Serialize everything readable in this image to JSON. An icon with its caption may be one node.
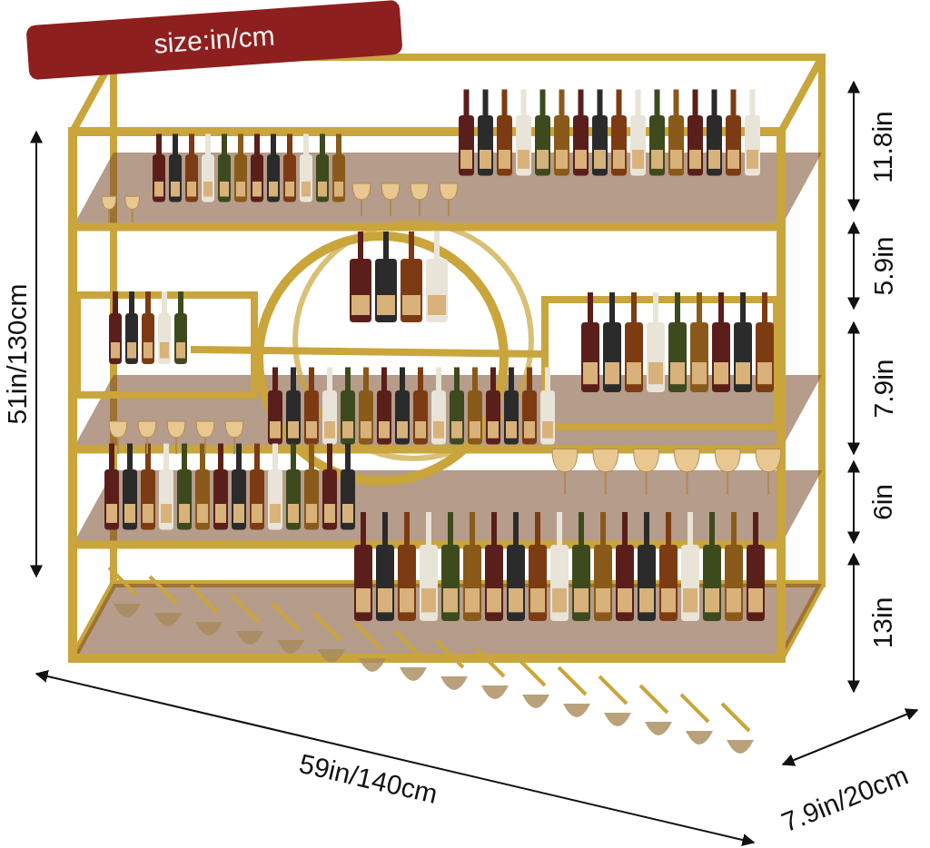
{
  "diagram": {
    "labels": [
      "size:in/cm",
      "51in/130cm",
      "11.8in",
      "5.9in",
      "7.9in",
      "6in",
      "13in",
      "59in/140cm",
      "7.9in/20cm"
    ]
  }
}
